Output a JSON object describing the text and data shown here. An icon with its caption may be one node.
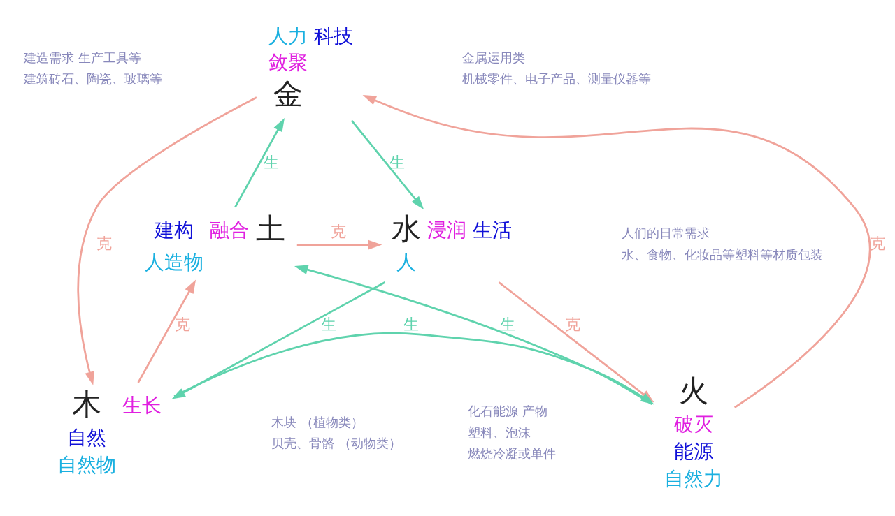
{
  "diagram": {
    "nodes": [
      {
        "text": [
          "金"
        ],
        "beside": [
          "人力",
          "科技",
          "敛聚"
        ]
      },
      {
        "text": [
          "水"
        ],
        "beside": [
          "浸润",
          "生活",
          "人"
        ]
      },
      {
        "text": [
          "木"
        ],
        "beside": [
          "生长",
          "自然",
          "自然物"
        ]
      },
      {
        "text": [
          "火"
        ],
        "beside": [
          "破灭",
          "能源",
          "自然力"
        ]
      },
      {
        "text": [
          "土"
        ],
        "beside": [
          "建构",
          "融合",
          "人造物"
        ]
      }
    ],
    "edges": [
      {
        "from": 4,
        "to": 0,
        "arrow": "to",
        "label": "生"
      },
      {
        "from": 0,
        "to": 1,
        "arrow": "to",
        "label": "生"
      },
      {
        "from": 1,
        "to": 2,
        "arrow": "to",
        "label": "生"
      },
      {
        "from": 2,
        "to": 3,
        "arrow": "to",
        "label": "生"
      },
      {
        "from": 3,
        "to": 4,
        "arrow": "to",
        "label": "生"
      },
      {
        "from": 0,
        "to": 2,
        "arrow": "to",
        "label": "克",
        "color": "#f0a39a"
      },
      {
        "from": 2,
        "to": 4,
        "arrow": "to",
        "label": "克",
        "color": "#f0a39a"
      },
      {
        "from": 4,
        "to": 1,
        "arrow": "to",
        "label": "克",
        "color": "#f0a39a"
      },
      {
        "from": 1,
        "to": 3,
        "arrow": "to",
        "label": "克",
        "color": "#f0a39a"
      },
      {
        "from": 3,
        "to": 0,
        "arrow": "to",
        "label": "克",
        "color": "#f0a39a"
      }
    ],
    "labels": [
      "金属运用类",
      "机械零件、电子产品、测量仪器等",
      "建造需求 生产工具等",
      "建筑砖石、陶瓷、玻璃等",
      "人们的日常需求",
      "水、食物、化妆品等塑料等材质包装",
      "化石能源 产物",
      "塑料、泡沫",
      "燃烧冷凝或单件",
      "木块 （植物类）",
      "贝壳、骨骼 （动物类）"
    ]
  }
}
